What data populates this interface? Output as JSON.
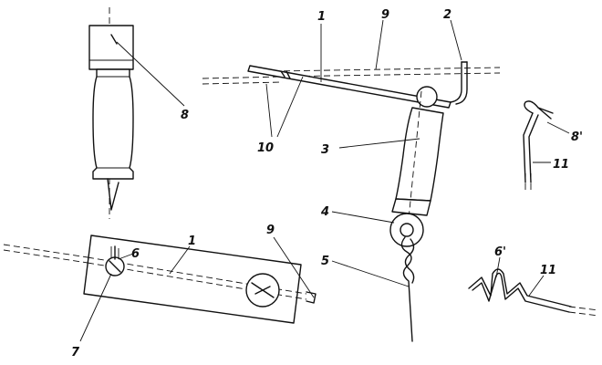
{
  "labels": {
    "l1_top": "1",
    "l9_top": "9",
    "l2": "2",
    "l8": "8",
    "l10": "10",
    "l3": "3",
    "l4": "4",
    "l5": "5",
    "l8p": "8'",
    "l11_top": "11",
    "l6": "6",
    "l1_bottom": "1",
    "l9_bottom": "9",
    "l7": "7",
    "l6p": "6'",
    "l11_bottom": "11"
  }
}
